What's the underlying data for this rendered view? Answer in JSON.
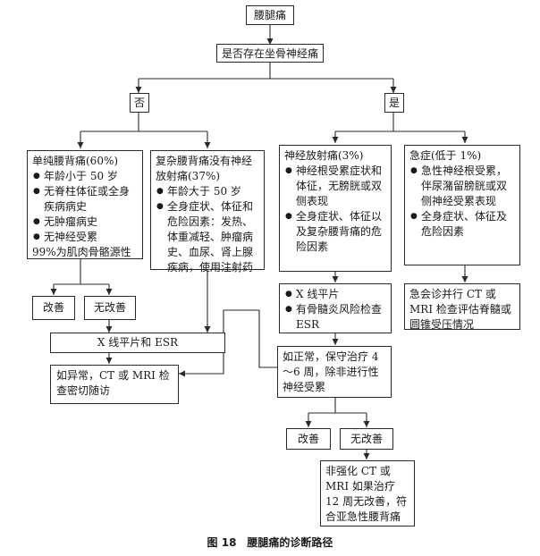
{
  "nodes": {
    "root": "腰腿痛",
    "question": "是否存在坐骨神经痛",
    "no": "否",
    "yes": "是",
    "simple_pain": {
      "title": "单纯腰背痛(60%)",
      "items": [
        "年龄小于 50 岁",
        "无脊柱体征或全身疾病病史",
        "无肿瘤病史",
        "无神经受累"
      ],
      "note": "99%为肌肉骨骼源性"
    },
    "complex_pain": {
      "title": "复杂腰背痛没有神经放射痛(37%)",
      "items": [
        "年龄大于 50 岁",
        "全身症状、体征和危险因素：发热、体重减轻、肿瘤病史、血尿、肾上腺疾病，使用注射药"
      ]
    },
    "radicular": {
      "title": "神经放射痛(3%)",
      "items": [
        "神经根受累症状和体征，无膀胱或双侧表现",
        "全身症状、体征以及复杂腰背痛的危险因素"
      ]
    },
    "emergency": {
      "title": "急症(低于 1%)",
      "items": [
        "急性神经根受累，伴尿潴留膀胱或双侧神经受累表现",
        "全身症状、体征及危险因素"
      ]
    },
    "improved_left": "改善",
    "not_improved_left": "无改善",
    "xray_esr": "X 线平片和 ESR",
    "abnormal": "如异常，CT 或 MRI 检查密切随访",
    "urgent": "急会诊并行 CT 或 MRI 检查评估脊髓或圆锥受压情况",
    "xray_list": [
      "X 线平片",
      "有骨髓炎风险检查 ESR"
    ],
    "conservative": "如正常，保守治疗 4～6 周，除非进行性神经受累",
    "improved_right": "改善",
    "not_improved_right": "无改善",
    "mri": "非强化 CT 或 MRI 如果治疗 12 周无改善，符合亚急性腰背痛"
  },
  "caption": "图 18　腰腿痛的诊断路径"
}
